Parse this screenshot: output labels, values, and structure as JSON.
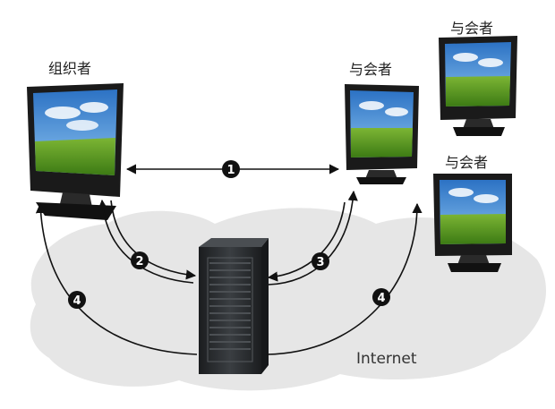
{
  "labels": {
    "organizer": "组织者",
    "participant_1": "与会者",
    "participant_2": "与会者",
    "participant_3": "与会者",
    "internet": "Internet"
  },
  "steps": {
    "step1": "1",
    "step2": "2",
    "step3": "3",
    "step4_left": "4",
    "step4_right": "4"
  },
  "icons": {
    "monitor": "monitor-icon",
    "server": "server-rack-icon",
    "cloud": "internet-cloud-icon"
  },
  "colors": {
    "cloud": "#e6e6e6",
    "arrow": "#111111",
    "badge": "#111111",
    "badge_text": "#ffffff",
    "sky": "#3f8fd8",
    "grass": "#5c9a22",
    "server": "#2a2d2f"
  }
}
